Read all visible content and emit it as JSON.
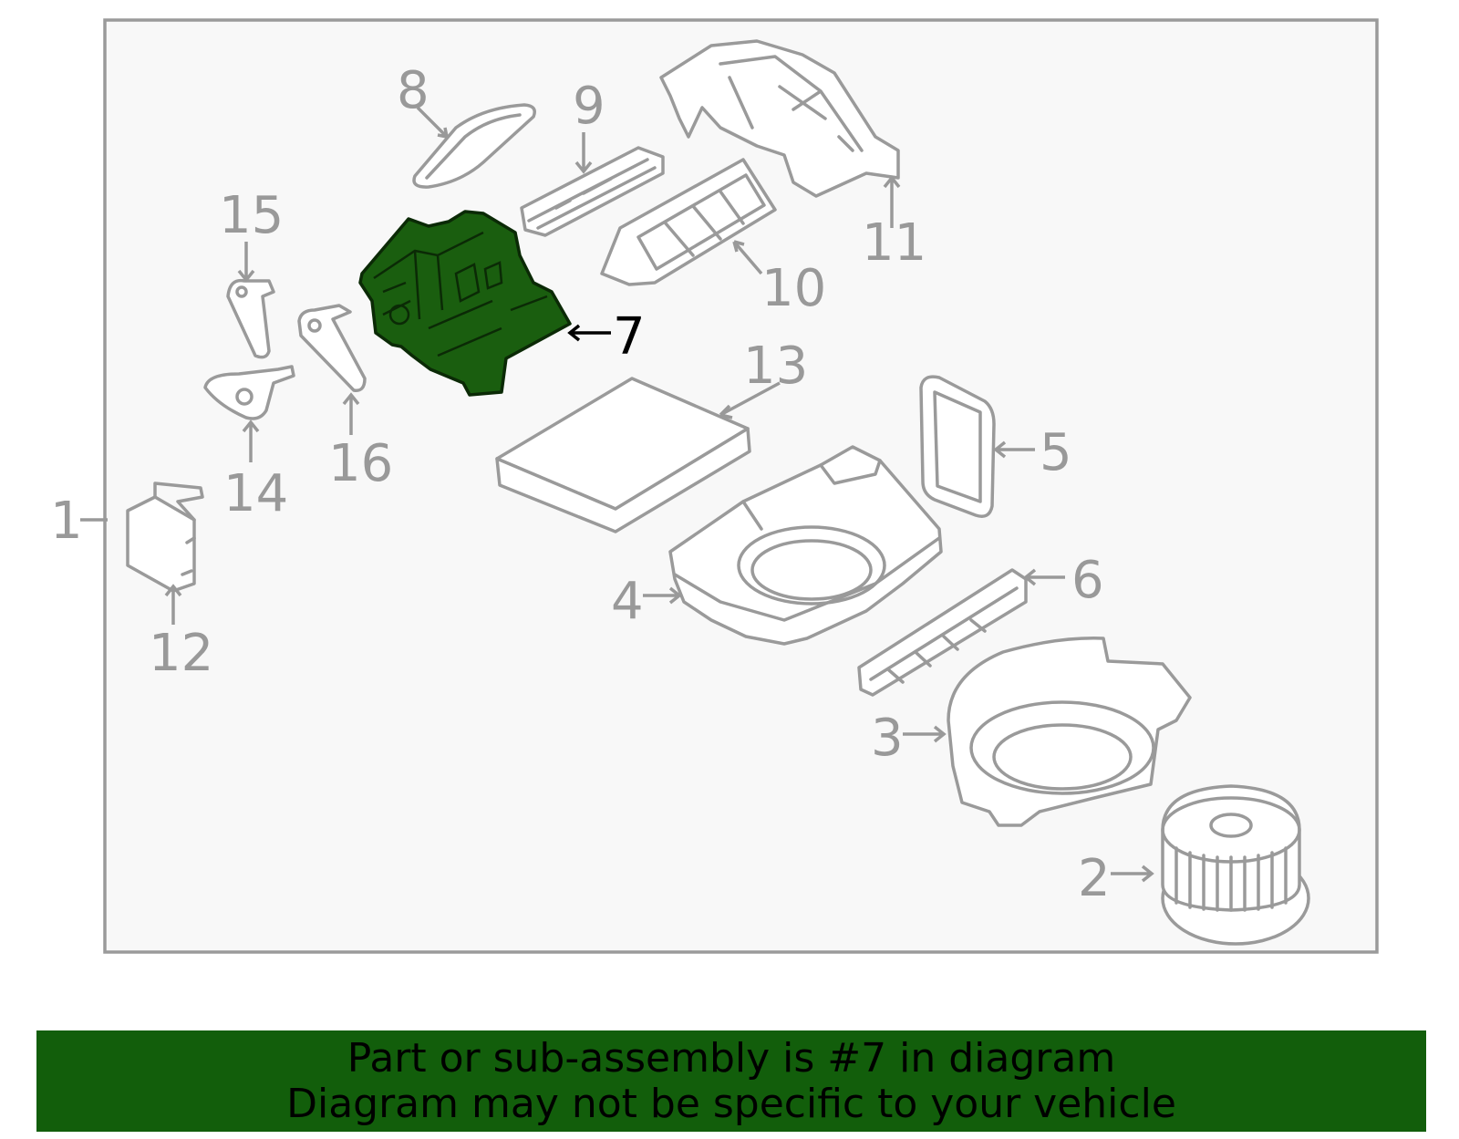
{
  "colors": {
    "frame": "#9a9a9a",
    "background": "#f8f8f8",
    "highlight_fill": "#1a5e0f",
    "banner": "#125e0b",
    "label_gray": "#999999"
  },
  "callouts": [
    {
      "id": "1",
      "label": "1"
    },
    {
      "id": "2",
      "label": "2"
    },
    {
      "id": "3",
      "label": "3"
    },
    {
      "id": "4",
      "label": "4"
    },
    {
      "id": "5",
      "label": "5"
    },
    {
      "id": "6",
      "label": "6"
    },
    {
      "id": "7",
      "label": "7",
      "highlighted": true
    },
    {
      "id": "8",
      "label": "8"
    },
    {
      "id": "9",
      "label": "9"
    },
    {
      "id": "10",
      "label": "10"
    },
    {
      "id": "11",
      "label": "11"
    },
    {
      "id": "12",
      "label": "12"
    },
    {
      "id": "13",
      "label": "13"
    },
    {
      "id": "14",
      "label": "14"
    },
    {
      "id": "15",
      "label": "15"
    },
    {
      "id": "16",
      "label": "16"
    }
  ],
  "banner": {
    "line1": "Part or sub-assembly is #7 in diagram",
    "line2": "Diagram may not be specific to your vehicle"
  }
}
